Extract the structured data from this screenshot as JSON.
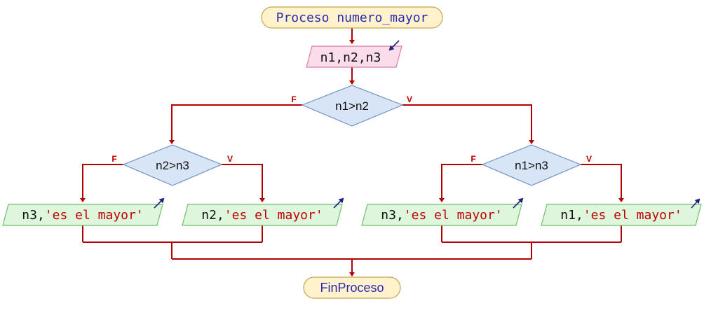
{
  "colors": {
    "line": "#b00000",
    "terminal_fill": "#fff2cc",
    "terminal_stroke": "#c8a44e",
    "terminal_text": "#2a2ab0",
    "input_fill": "#fbdcea",
    "input_stroke": "#d57fa6",
    "decision_fill": "#d7e5f7",
    "decision_stroke": "#6f8fc4",
    "output_fill": "#ddf6dc",
    "output_stroke": "#6fbf6a",
    "string_text": "#c00000",
    "text": "#111111",
    "arrow_icon": "#1a237e"
  },
  "flowchart": {
    "start": {
      "label": "Proceso numero_mayor"
    },
    "input": {
      "label": "n1,n2,n3",
      "icon": "read-arrow-icon"
    },
    "decision_main": {
      "label": "n1>n2",
      "false_label": "F",
      "true_label": "V"
    },
    "decision_left": {
      "label": "n2>n3",
      "false_label": "F",
      "true_label": "V"
    },
    "decision_right": {
      "label": "n1>n3",
      "false_label": "F",
      "true_label": "V"
    },
    "outputs": [
      {
        "var": "n3,",
        "str": "'es el mayor'",
        "icon": "write-arrow-icon"
      },
      {
        "var": "n2,",
        "str": "'es el mayor'",
        "icon": "write-arrow-icon"
      },
      {
        "var": "n3,",
        "str": "'es el mayor'",
        "icon": "write-arrow-icon"
      },
      {
        "var": "n1,",
        "str": "'es el mayor'",
        "icon": "write-arrow-icon"
      }
    ],
    "end": {
      "label": "FinProceso"
    }
  }
}
